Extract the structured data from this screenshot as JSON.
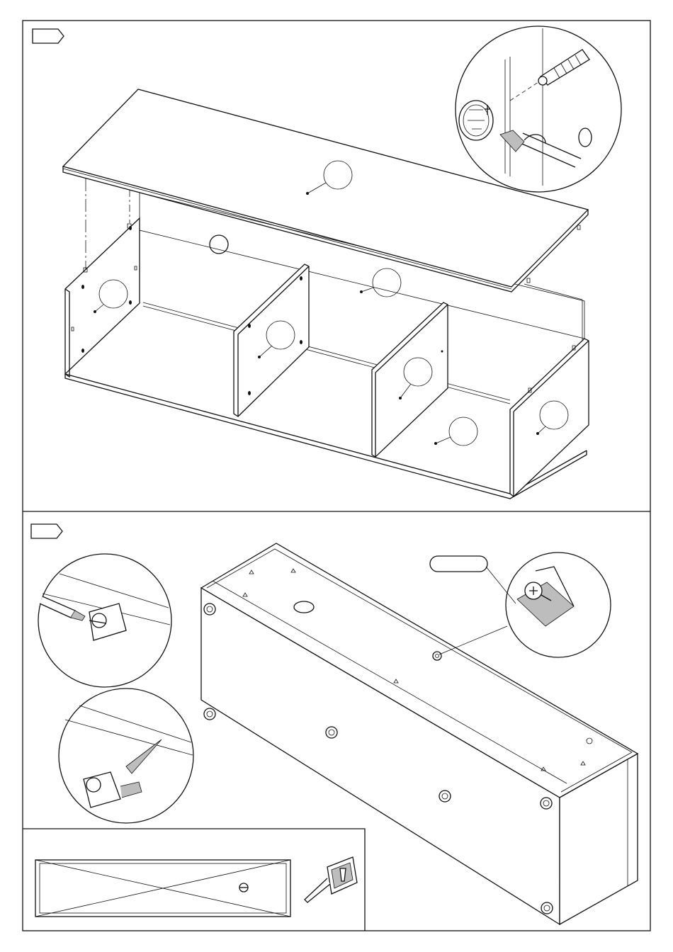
{
  "document": {
    "kind": "furniture assembly instruction sheet",
    "steps": [
      {
        "id": "step-a",
        "label": ""
      },
      {
        "id": "step-b",
        "label": ""
      }
    ],
    "fastener_callout_label": "",
    "colors": {
      "ink": "#111111",
      "paper": "#ffffff",
      "tool_shade": "#bdbdbd"
    }
  }
}
